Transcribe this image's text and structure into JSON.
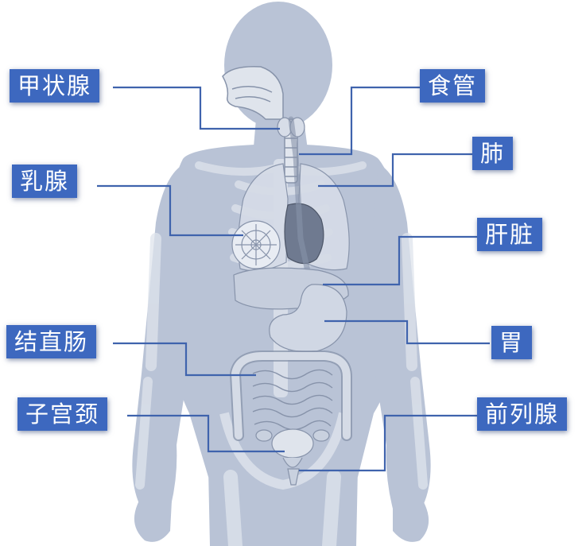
{
  "labels": {
    "thyroid": "甲状腺",
    "esophagus": "食管",
    "lung": "肺",
    "breast": "乳腺",
    "liver": "肝脏",
    "colorectum": "结直肠",
    "stomach": "胃",
    "cervix": "子宫颈",
    "prostate": "前列腺"
  },
  "colors": {
    "label_bg": "#3d68bf",
    "label_text": "#ffffff",
    "leader_line": "#3f63ad",
    "body_fill": "#b9c3d6",
    "skeleton": "#dfe4ec",
    "organ_fill": "#c9d1df",
    "organ_stroke": "#8793aa",
    "heart": "#6f7a90"
  }
}
